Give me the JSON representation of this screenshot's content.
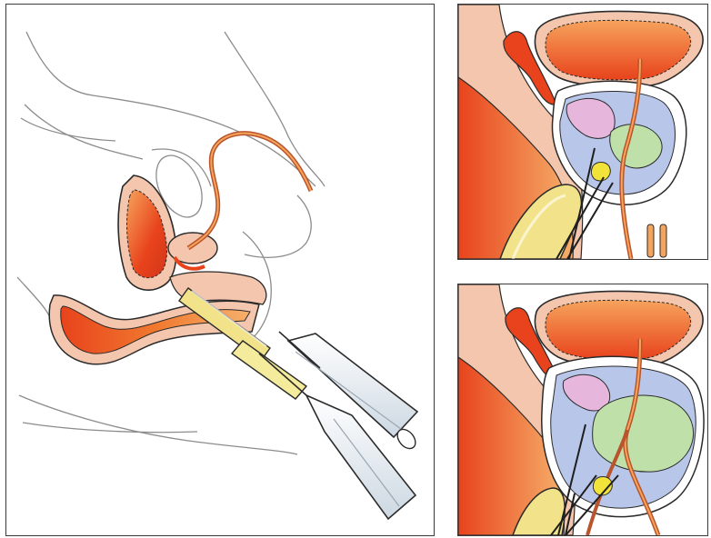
{
  "figure": {
    "panels": [
      {
        "id": "main",
        "subject": "sagittal-pelvis-transrectal-biopsy"
      },
      {
        "id": "top-right",
        "subject": "prostate-biopsy-detail-small-gland"
      },
      {
        "id": "bottom-right",
        "subject": "prostate-biopsy-detail-enlarged-gland"
      }
    ],
    "colors": {
      "outline": "#2b2b2b",
      "body_line": "#8c8c8c",
      "tissue_red": "#e8431c",
      "tissue_orange": "#f28a3c",
      "skin_pink": "#f3c6ad",
      "rectal_wall": "#e98a6e",
      "zone_blue": "#b8c6ea",
      "zone_pink": "#e6b6dc",
      "zone_green": "#bfe0a8",
      "lesion_yellow": "#f2e33a",
      "probe_yellow": "#f2e38a",
      "instrument_gray": "#dfe6ec"
    }
  }
}
